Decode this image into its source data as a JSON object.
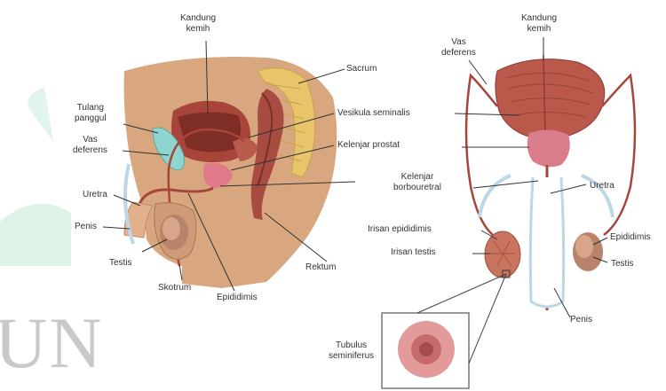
{
  "sagittal_view": {
    "labels": {
      "kandung_kemih": "Kandung\nkemih",
      "sacrum": "Sacrum",
      "tulang_panggul": "Tulang\npanggul",
      "vas_deferens": "Vas\ndeferens",
      "vesikula_seminalis": "Vesikula seminalis",
      "kelenjar_prostat": "Kelenjar prostat",
      "uretra": "Uretra",
      "penis": "Penis",
      "testis": "Testis",
      "skotrum": "Skotrum",
      "epididimis": "Epididimis",
      "rektum": "Rektum"
    }
  },
  "frontal_view": {
    "labels": {
      "kandung_kemih": "Kandung\nkemih",
      "vas_deferens": "Vas\ndeferens",
      "kelenjar_borbouretral": "Kelenjar\nborbouretral",
      "uretra": "Uretra",
      "irisan_epididimis": "Irisan epididimis",
      "irisan_testis": "Irisan testis",
      "epididimis": "Epididimis",
      "testis": "Testis",
      "penis": "Penis",
      "tubulus_seminiferus": "Tubulus\nseminiferus"
    }
  },
  "watermark": "UN",
  "colors": {
    "skin": "#d4a07e",
    "bladder": "#a8453a",
    "organ": "#b8584a",
    "prostate": "#d57d8a",
    "bone": "#e8c56a",
    "cartilage": "#8ed4cf",
    "duct": "#a8453a",
    "watermark_green": "#d8f0e6"
  }
}
